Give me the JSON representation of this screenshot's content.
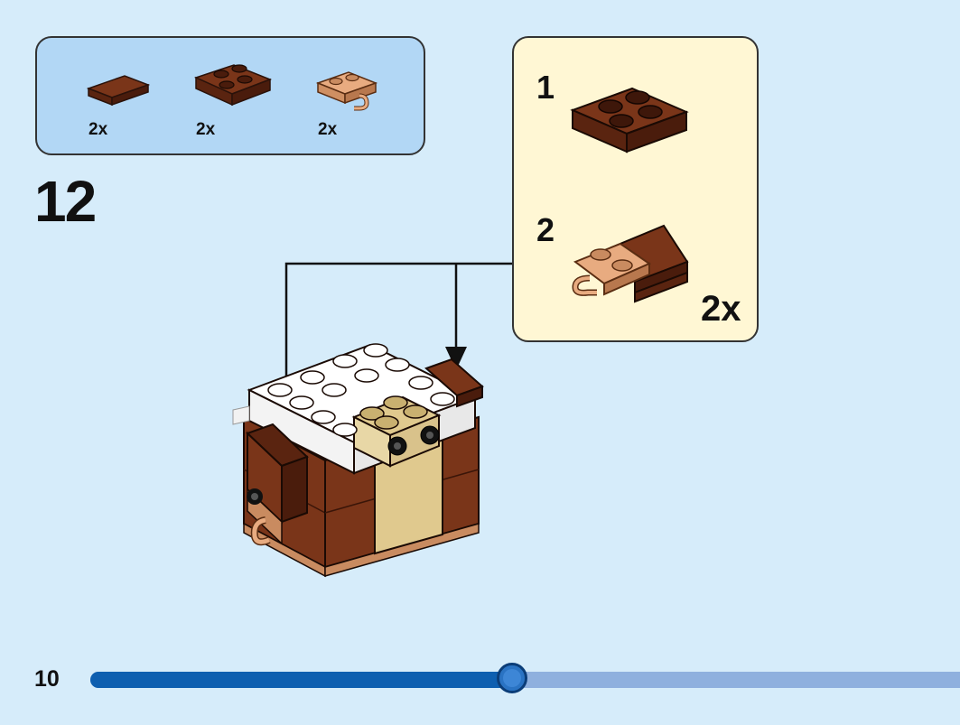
{
  "parts": [
    {
      "name": "dark-brown-tile-1x2",
      "qty": "2x",
      "color": "#6b2a12"
    },
    {
      "name": "reddish-brown-plate-2x2",
      "qty": "2x",
      "color": "#7a3519"
    },
    {
      "name": "tan-plate-with-clip",
      "qty": "2x",
      "color": "#e4a57a"
    }
  ],
  "step": {
    "number": "12"
  },
  "subassembly": {
    "steps": [
      {
        "number": "1"
      },
      {
        "number": "2"
      }
    ],
    "qty": "2x"
  },
  "page": {
    "number": "10"
  },
  "progress": {
    "fraction": 0.485
  },
  "colors": {
    "background": "#d6ecfa",
    "parts_panel": "#b2d7f5",
    "subassembly_panel": "#fff7d4",
    "reddish_brown": "#7a3519",
    "tan": "#d9c28b",
    "white_brick": "#ffffff",
    "progress_fill": "#0e5fb0",
    "progress_track": "#8fb0de"
  }
}
